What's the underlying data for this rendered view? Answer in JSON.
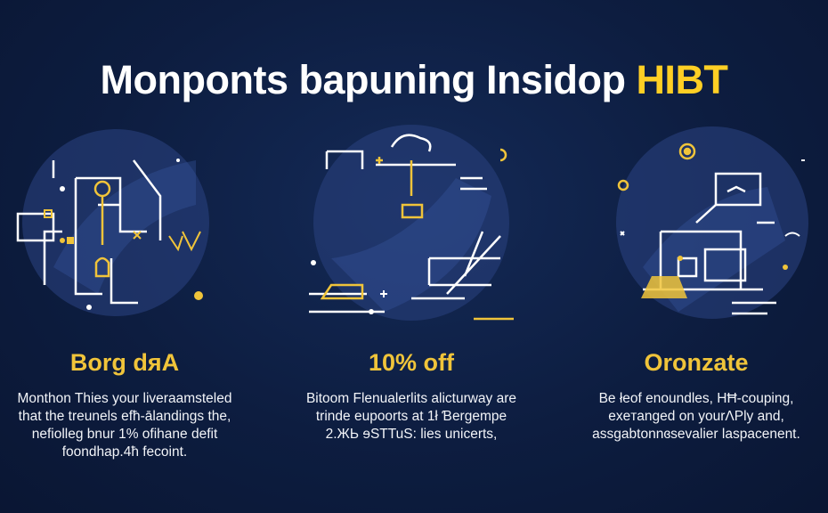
{
  "header": {
    "title_main": "Monponts bapuning Insidop ",
    "title_accent": "HIBT"
  },
  "colors": {
    "background": "#0d1d40",
    "accent": "#ffcf24",
    "heading": "#f0c43a",
    "circle": "#2b4383",
    "line": "#ffffff"
  },
  "cards": [
    {
      "heading": "Borg dяA",
      "body": [
        "Monthon Thies your liveraamsteled",
        "that the treunels efħ-ālandings the,",
        "nefiolleg bnur 1% ofihane defit",
        "foondhap.4ħ fecoint."
      ],
      "icons": [
        "circuit-icon",
        "gear-icon",
        "lock-icon",
        "key-icon"
      ]
    },
    {
      "heading": "10% off",
      "body": [
        "Bitoom Flenualerlits alicturway are",
        "trinde eupoorts at 1ł Ɓergempe",
        "2.ЖЬ ɘSTTuS: lies unicerts,"
      ],
      "icons": [
        "cloud-icon",
        "circuit-icon",
        "desk-icon"
      ]
    },
    {
      "heading": "Oronzate",
      "body": [
        "Be łeof enoundles, HĦ-couping,",
        "exeᴛanged on yourɅPly and,",
        "assgabtonnɞsevalier laspacenent."
      ],
      "icons": [
        "gear-icon",
        "monitor-icon",
        "bridge-icon"
      ]
    }
  ]
}
